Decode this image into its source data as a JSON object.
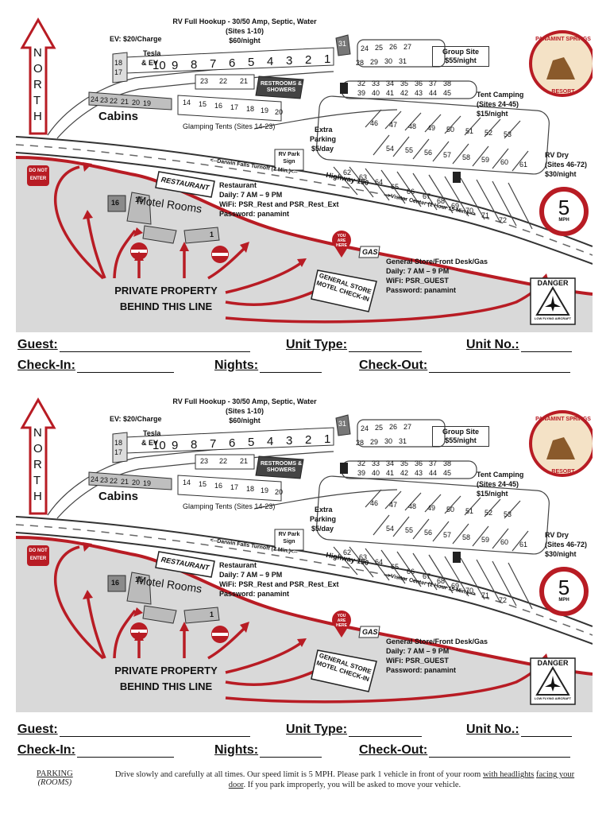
{
  "map": {
    "rv_hookup_title": "RV Full Hookup - 30/50 Amp, Septic, Water",
    "rv_hookup_sites": "(Sites 1-10)",
    "rv_hookup_price": "$60/night",
    "ev": "EV: $20/Charge",
    "tesla": "Tesla",
    "tesla_ev": "& EV",
    "rv_hookup_numbers": [
      "10",
      "9",
      "8",
      "7",
      "6",
      "5",
      "4",
      "3",
      "2",
      "1"
    ],
    "cabin_side_numbers": [
      "18",
      "17"
    ],
    "cabin_numbers": [
      "24",
      "23",
      "22",
      "21",
      "20",
      "19"
    ],
    "cabins": "Cabins",
    "glamping_numbers_top": [
      "23",
      "22",
      "21"
    ],
    "glamping_numbers_bottom": [
      "14",
      "15",
      "16",
      "17",
      "18",
      "19",
      "20"
    ],
    "restrooms": "RESTROOMS & SHOWERS",
    "glamping_label": "Glamping Tents (Sites 14-23)",
    "site_31": "31",
    "group_top": [
      "24",
      "25",
      "26",
      "27"
    ],
    "group_bottom": [
      "28",
      "29",
      "30",
      "31"
    ],
    "group_site": "Group Site",
    "group_price": "$55/night",
    "tent_top": [
      "32",
      "33",
      "34",
      "35",
      "36",
      "37",
      "38"
    ],
    "tent_bottom": [
      "39",
      "40",
      "41",
      "42",
      "43",
      "44",
      "45"
    ],
    "tent_label": "Tent Camping",
    "tent_sites": "(Sites 24-45)",
    "tent_price": "$15/night",
    "rv_dry_row1": [
      "46",
      "47",
      "48",
      "49",
      "50",
      "51",
      "52",
      "53"
    ],
    "rv_dry_row2": [
      "54",
      "55",
      "56",
      "57",
      "58",
      "59",
      "60",
      "61"
    ],
    "rv_dry_row3": [
      "62",
      "63",
      "64",
      "65",
      "66",
      "67",
      "68",
      "69",
      "70",
      "71",
      "72"
    ],
    "extra_parking": "Extra",
    "extra_parking2": "Parking",
    "extra_price": "$5/day",
    "rv_park_sign": "RV Park",
    "rv_park_sign2": "Sign",
    "rv_dry": "RV Dry",
    "rv_dry_sites": "(Sites 46-72)",
    "rv_dry_price": "$30/night",
    "darwin": "<--Darwin Falls Turnoff (2 Min.)<--",
    "highway": "Highway 190",
    "visitor": "-->Visitor Center (1 Hour 15 Min.)-->",
    "speed": "5",
    "speed_unit": "MPH",
    "restaurant_sign": "RESTAURANT",
    "restaurant": "Restaurant",
    "restaurant_hours": "Daily: 7 AM – 9 PM",
    "restaurant_wifi": "WiFi: PSR_Rest and PSR_Rest_Ext",
    "restaurant_password": "Password: panamint",
    "motel_rooms": "Motel Rooms",
    "room_16": "16",
    "room_15": "15",
    "room_1": "1",
    "do_not_enter": "DO NOT",
    "do_not_enter2": "ENTER",
    "private_property": "PRIVATE PROPERTY",
    "behind_line": "BEHIND THIS LINE",
    "you_are_here": "YOU ARE HERE",
    "gas": "GAS",
    "general_store_sign": "GENERAL STORE",
    "motel_checkin_sign": "MOTEL CHECK-IN",
    "store": "General Store/Front Desk/Gas",
    "store_hours": "Daily: 7 AM – 9 PM",
    "store_wifi": "WiFi: PSR_GUEST",
    "store_password": "Password: panamint",
    "danger": "DANGER",
    "low_flying": "LOW FLYING AIRCRAFT",
    "north": [
      "N",
      "O",
      "R",
      "T",
      "H"
    ],
    "logo_top": "PANAMINT SPRINGS",
    "logo_bottom": "RESORT",
    "colors": {
      "red": "#b81c24",
      "gray": "#d9d9d9",
      "dark_gray": "#555555"
    }
  },
  "form": {
    "guest": "Guest:",
    "unit_type": "Unit Type:",
    "unit_no": "Unit No.:",
    "check_in": "Check-In:",
    "nights": "Nights:",
    "check_out": "Check-Out:"
  },
  "footer": {
    "parking": "PARKING",
    "rooms": "(ROOMS)",
    "text1": "Drive slowly and carefully at all times. Our speed limit is 5 MPH. Please park 1 vehicle in front of your room ",
    "text_u1": "with headlights",
    "text_u2": "facing your door",
    "text2": ". If you park improperly, you will be asked to move your vehicle."
  }
}
